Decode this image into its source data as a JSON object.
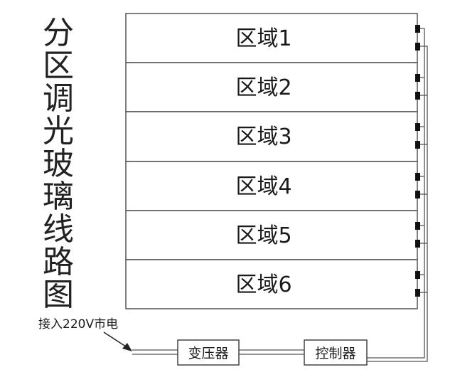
{
  "title": [
    "分",
    "区",
    "调",
    "光",
    "玻",
    "璃",
    "线",
    "路",
    "图"
  ],
  "zones": [
    "区域1",
    "区域2",
    "区域3",
    "区域4",
    "区域5",
    "区域6"
  ],
  "power_input_label": "接入220V市电",
  "transformer_label": "变压器",
  "controller_label": "控制器"
}
